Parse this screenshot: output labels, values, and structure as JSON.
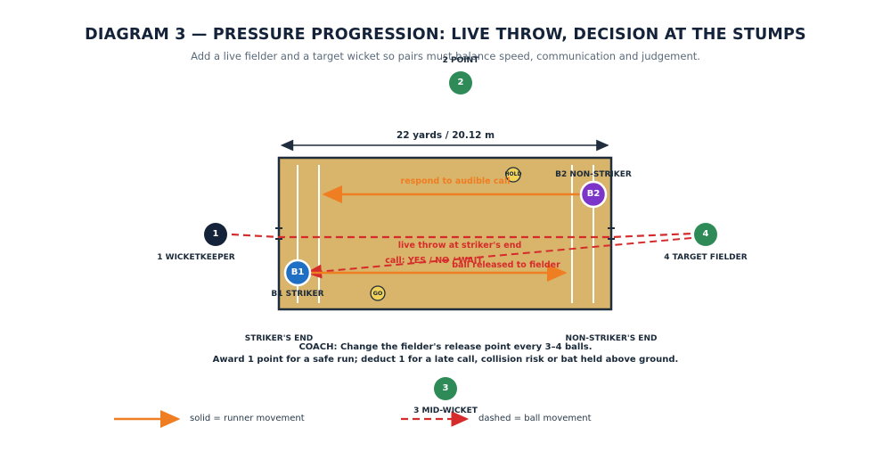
{
  "header": {
    "title": "DIAGRAM 3 — PRESSURE PROGRESSION: LIVE THROW, DECISION AT THE STUMPS",
    "subtitle": "Add a live fielder and a target wicket so pairs must balance speed, communication and judgement."
  },
  "pitch": {
    "length_label": "22 yards / 20.12 m",
    "colors": {
      "surface": "#d9b56b",
      "border": "#1f2d3d",
      "crease": "#ffffff"
    }
  },
  "players": {
    "wicketkeeper": {
      "number": "1",
      "label": "1 WICKETKEEPER",
      "color": "#14233a"
    },
    "point": {
      "number": "2",
      "label": "2 POINT",
      "color": "#2e8b57"
    },
    "mid_wicket": {
      "number": "3",
      "label": "3 MID-WICKET",
      "color": "#2e8b57"
    },
    "target_fielder": {
      "number": "4",
      "label": "4 TARGET FIELDER",
      "color": "#2e8b57"
    },
    "striker": {
      "number": "B1",
      "label": "B1 STRIKER",
      "color": "#1f6fc5"
    },
    "non_striker": {
      "number": "B2",
      "label": "B2 NON-STRIKER",
      "color": "#7b35c9"
    }
  },
  "markers": {
    "go": "GO",
    "hold": "HOLD"
  },
  "annotations": {
    "respond": "respond to audible call",
    "live_throw": "live throw at striker's end",
    "call": "call: YES / NO / WAIT",
    "ball_released": "ball released to fielder"
  },
  "ends": {
    "striker_end": "STRIKER'S END",
    "non_striker_end": "NON-STRIKER'S END"
  },
  "coach_notes": {
    "line1": "COACH: Change the fielder's release point every 3–4 balls.",
    "line2": "Award 1 point for a safe run; deduct 1 for a late call, collision risk or bat held above ground."
  },
  "legend": {
    "solid": "solid = runner movement",
    "dashed": "dashed = ball movement",
    "colors": {
      "runner": "#ef7d22",
      "ball": "#d62b2b"
    }
  }
}
